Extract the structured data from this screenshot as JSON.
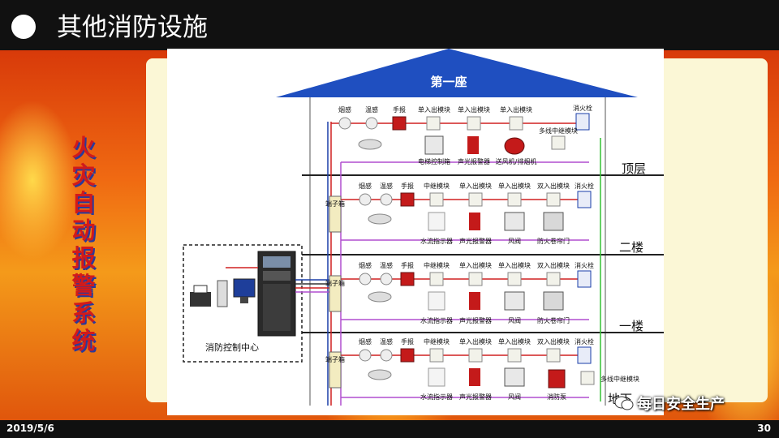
{
  "slide": {
    "title": "其他消防设施",
    "vertical_title": [
      "火",
      "灾",
      "自",
      "动",
      "报",
      "警",
      "系",
      "统"
    ],
    "footer_date": "2019/5/6",
    "page_number": "30",
    "watermark": "每日安全生产"
  },
  "diagram": {
    "roof_label": "第一座",
    "control_center_label": "消防控制中心",
    "terminal_box_label": "端子箱",
    "floor_labels": [
      "顶层",
      "二楼",
      "一楼",
      "地下"
    ],
    "top_floor": {
      "device_labels": [
        "烟感",
        "温感",
        "手报",
        "单入出模块",
        "单入出模块",
        "单入出模块",
        "消火栓"
      ],
      "multi_relay_label": "多线中继模块",
      "equipment_labels": [
        "电梯控制箱",
        "声光报警器",
        "送风机/排烟机"
      ]
    },
    "standard_floor": {
      "device_labels": [
        "烟感",
        "温感",
        "手报",
        "中继模块",
        "单入出模块",
        "单入出模块",
        "双入出模块",
        "消火栓"
      ],
      "equipment_labels": [
        "水流指示器",
        "声光报警器",
        "风阀",
        "防火卷帘门"
      ]
    },
    "basement_extra": {
      "multi_relay_label": "多线中继模块",
      "equipment_label": "消防泵"
    }
  }
}
